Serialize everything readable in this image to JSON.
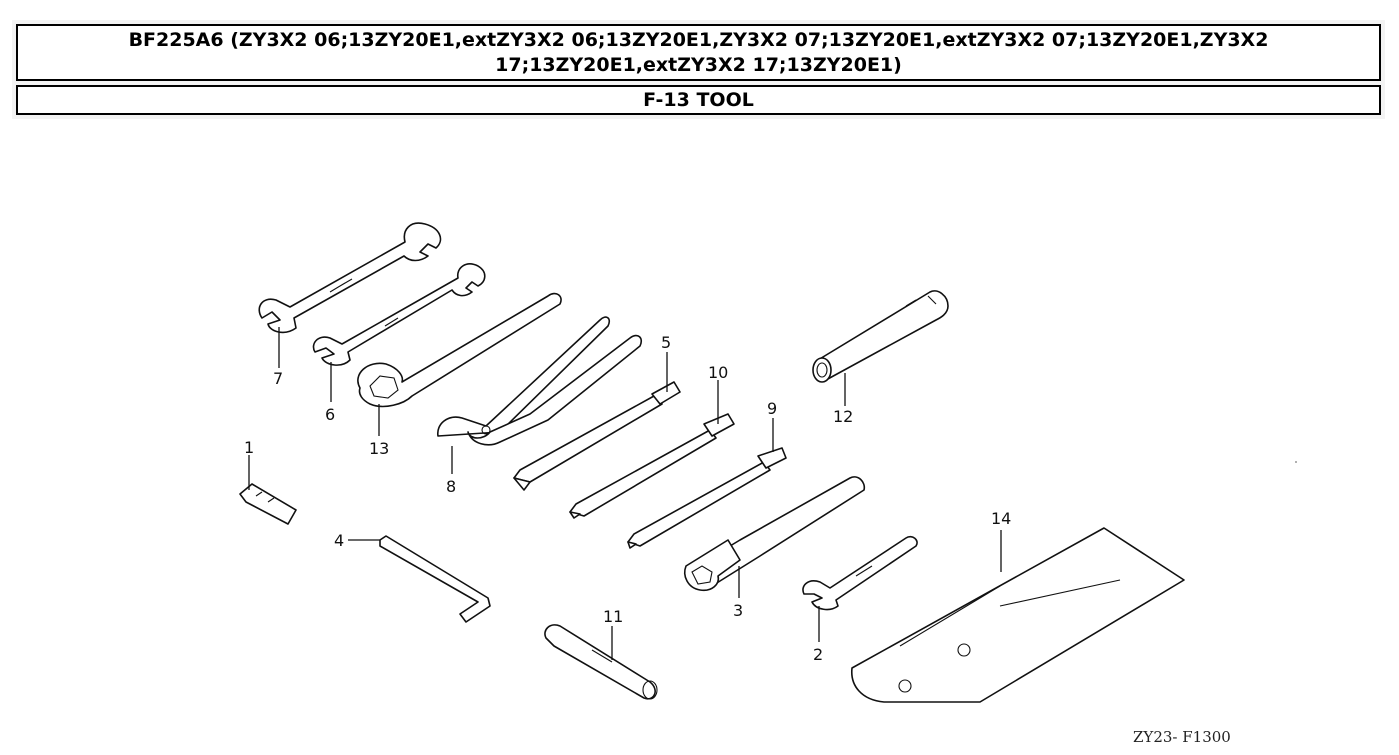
{
  "header": {
    "title": "BF225A6 (ZY3X2 06;13ZY20E1,extZY3X2 06;13ZY20E1,ZY3X2 07;13ZY20E1,extZY3X2 07;13ZY20E1,ZY3X2 17;13ZY20E1,extZY3X2 17;13ZY20E1)",
    "section": "F-13 TOOL"
  },
  "callouts": {
    "c1": "1",
    "c2": "2",
    "c3": "3",
    "c4": "4",
    "c5": "5",
    "c6": "6",
    "c7": "7",
    "c8": "8",
    "c9": "9",
    "c10": "10",
    "c11": "11",
    "c12": "12",
    "c13": "13",
    "c14": "14"
  },
  "diagram_code": "ZY23- F1300"
}
